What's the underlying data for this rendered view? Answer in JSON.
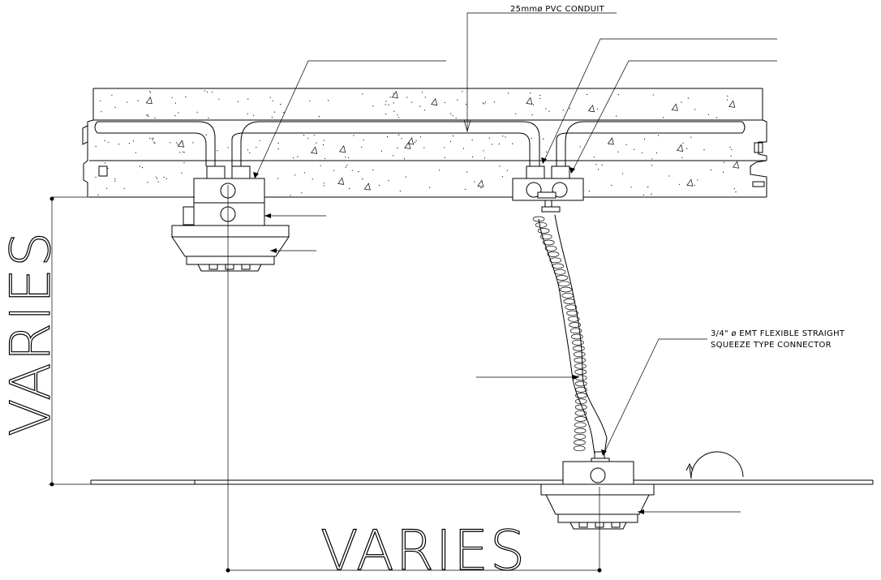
{
  "drawing": {
    "labels": {
      "conduit": "25mmø PVC CONDUIT",
      "connector_line1": "3/4\" ø EMT FLEXIBLE STRAIGHT",
      "connector_line2": "SQUEEZE TYPE CONNECTOR"
    },
    "dimensions": {
      "vertical": "VARIES",
      "horizontal": "VARIES"
    }
  }
}
